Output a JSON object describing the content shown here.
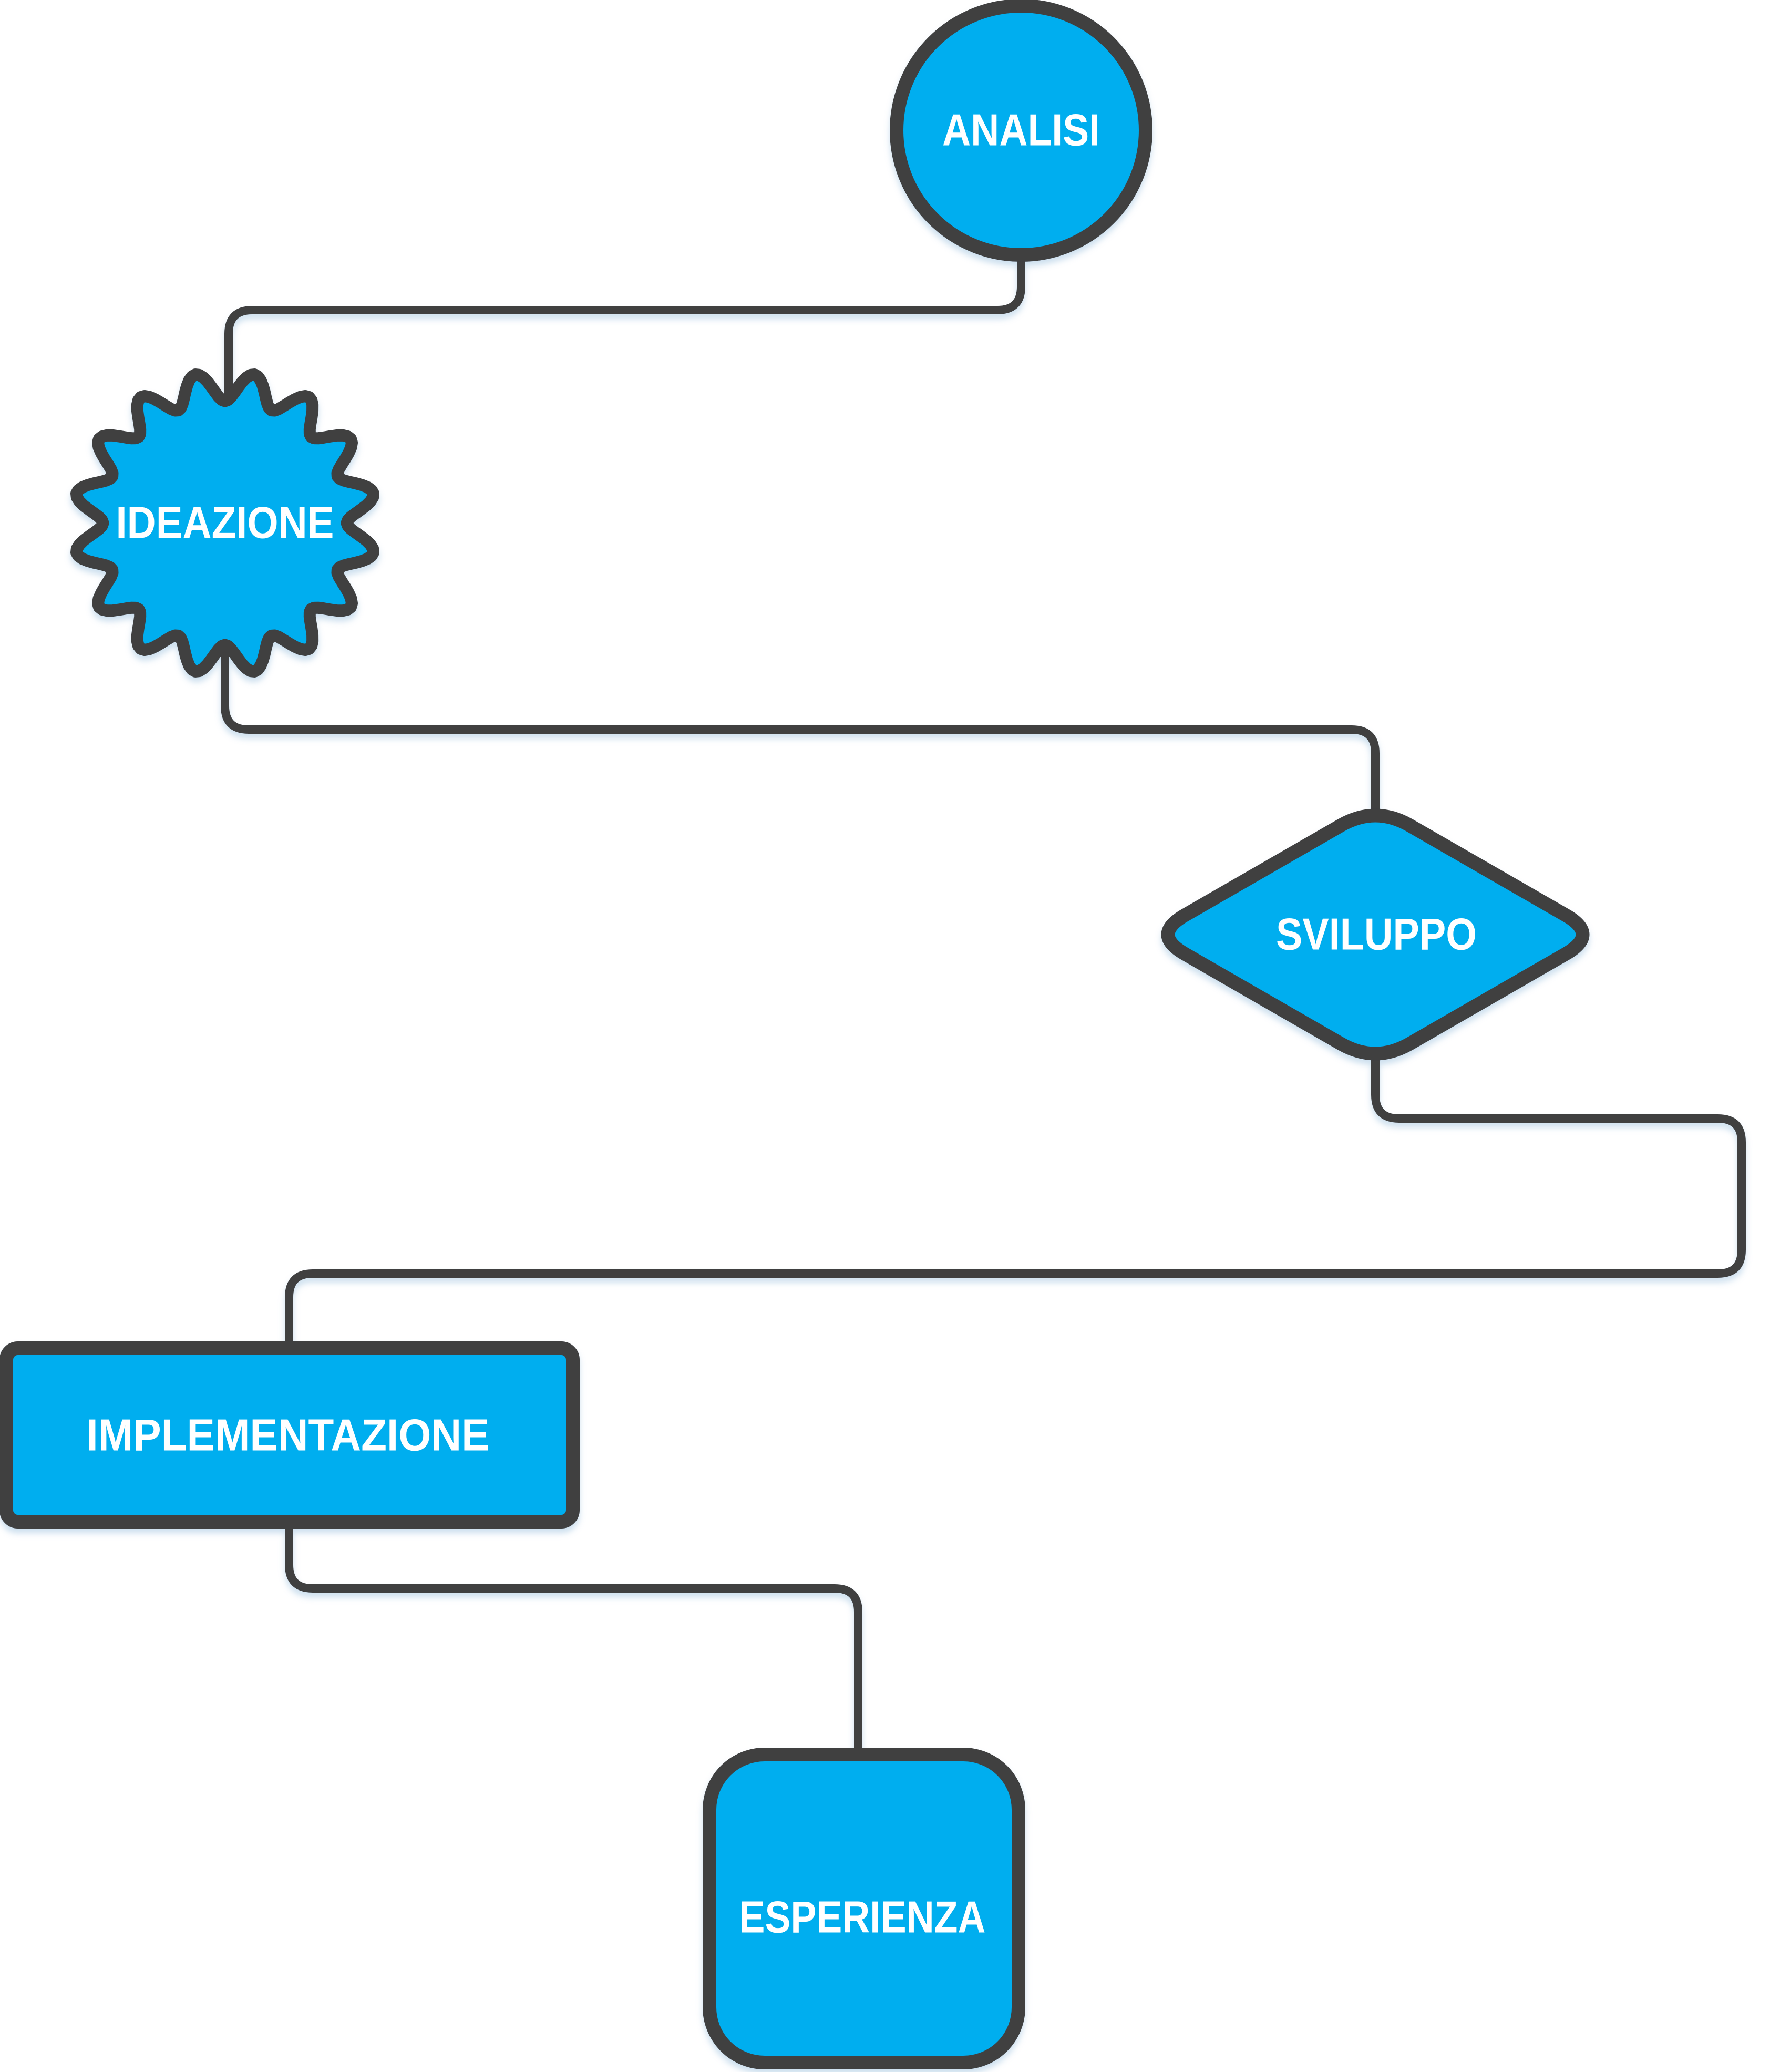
{
  "diagram": {
    "type": "flowchart",
    "background": "#FFFFFF",
    "colors": {
      "node_fill": "#00AEEF",
      "node_stroke": "#3F3F41",
      "connector": "#3F3F41",
      "label": "#FFFFFF",
      "shadow": "#8FB9DA"
    },
    "nodes": [
      {
        "id": "analisi",
        "label": "ANALISI",
        "shape": "circle"
      },
      {
        "id": "ideazione",
        "label": "IDEAZIONE",
        "shape": "seal-badge"
      },
      {
        "id": "sviluppo",
        "label": "SVILUPPO",
        "shape": "rounded-diamond"
      },
      {
        "id": "implementazione",
        "label": "IMPLEMENTAZIONE",
        "shape": "rectangle"
      },
      {
        "id": "esperienza",
        "label": "ESPERIENZA",
        "shape": "rounded-square"
      }
    ],
    "connections": [
      {
        "from": "analisi",
        "to": "ideazione"
      },
      {
        "from": "ideazione",
        "to": "sviluppo"
      },
      {
        "from": "sviluppo",
        "to": "implementazione"
      },
      {
        "from": "implementazione",
        "to": "esperienza"
      }
    ]
  }
}
